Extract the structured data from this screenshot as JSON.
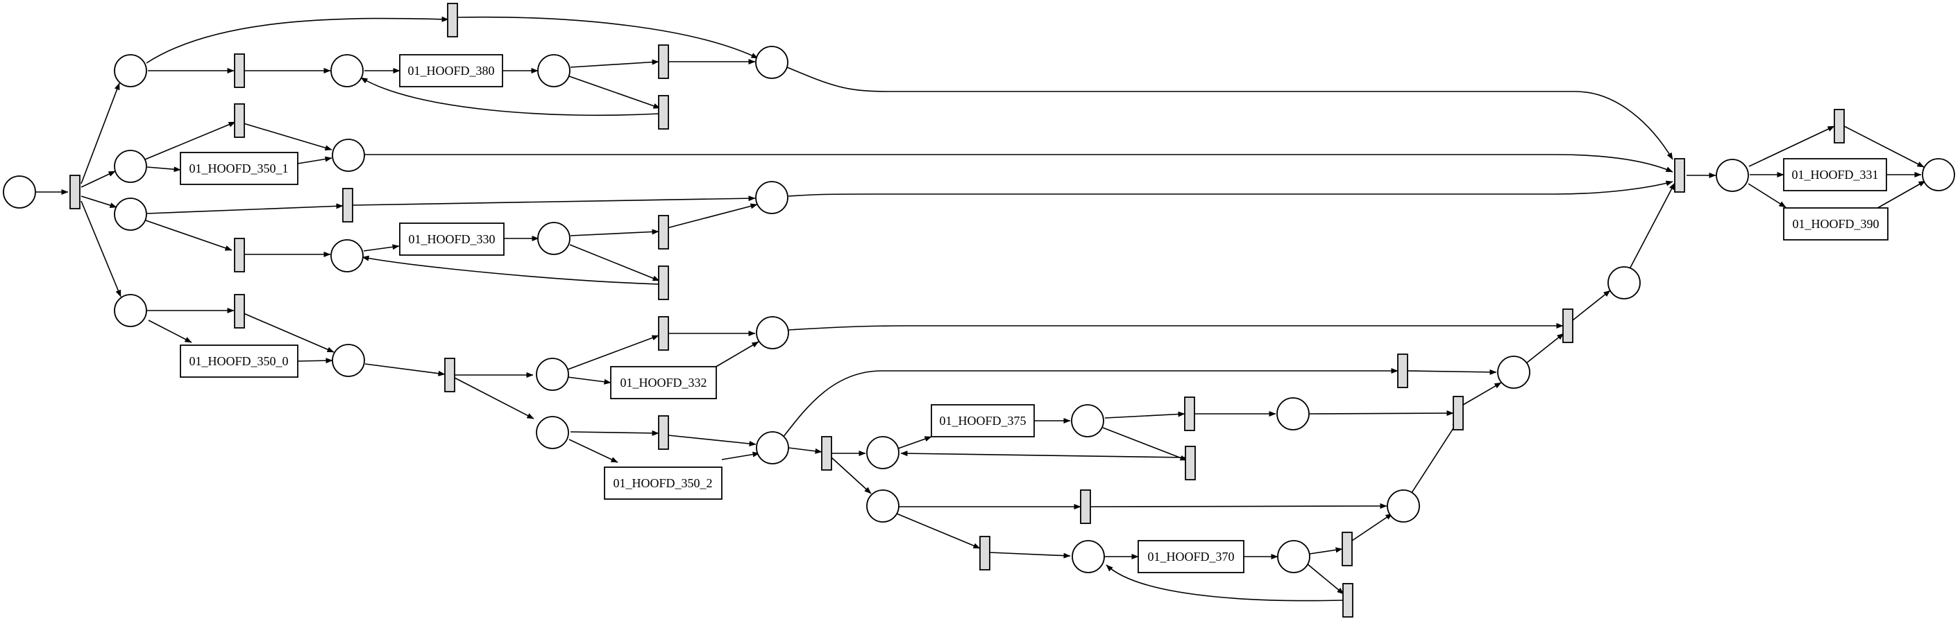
{
  "colors": {
    "start_place": "#00ee00",
    "end_place": "#ff0000",
    "silent_transition": "#dcdcdc",
    "stroke": "#000000"
  },
  "tasks": {
    "t380": "01_HOOFD_380",
    "t350_1": "01_HOOFD_350_1",
    "t330": "01_HOOFD_330",
    "t350_0": "01_HOOFD_350_0",
    "t332": "01_HOOFD_332",
    "t350_2": "01_HOOFD_350_2",
    "t375": "01_HOOFD_375",
    "t370": "01_HOOFD_370",
    "t331": "01_HOOFD_331",
    "t390": "01_HOOFD_390"
  }
}
